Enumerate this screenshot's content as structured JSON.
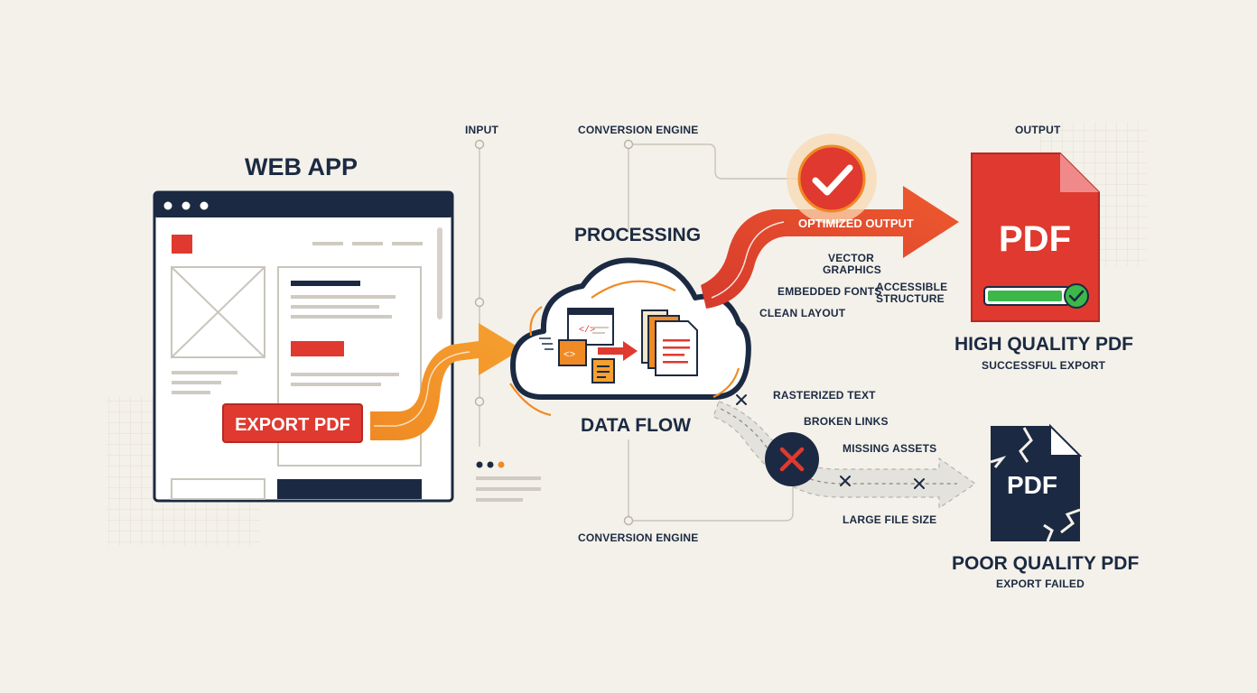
{
  "labels": {
    "input": "INPUT",
    "conversion_engine_top": "CONVERSION ENGINE",
    "output": "OUTPUT",
    "web_app": "WEB APP",
    "processing": "PROCESSING",
    "data_flow": "DATA FLOW",
    "conversion_engine_bottom": "CONVERSION ENGINE",
    "export_pdf": "EXPORT PDF",
    "optimized_output": "OPTIMIZED OUTPUT",
    "vector_graphics_1": "VECTOR",
    "vector_graphics_2": "GRAPHICS",
    "embedded_fonts": "EMBEDDED FONTS",
    "accessible_structure_1": "ACCESSIBLE",
    "accessible_structure_2": "STRUCTURE",
    "clean_layout": "CLEAN LAYOUT",
    "rasterized_text": "RASTERIZED TEXT",
    "broken_links": "BROKEN LINKS",
    "missing_assets": "MISSING ASSETS",
    "large_file_size": "LARGE FILE SIZE",
    "pdf_good": "PDF",
    "pdf_bad": "PDF",
    "high_quality_title": "HIGH QUALITY PDF",
    "high_quality_sub": "SUCCESSFUL EXPORT",
    "poor_quality_title": "POOR QUALITY PDF",
    "poor_quality_sub": "EXPORT FAILED"
  },
  "colors": {
    "navy": "#1b2a42",
    "red": "#e0392f",
    "orange": "#f08a24",
    "green": "#3cb84a",
    "background": "#f4f1ea"
  },
  "icons": [
    "check-icon",
    "cross-icon",
    "pdf-file-icon",
    "broken-pdf-icon",
    "cloud-icon",
    "code-icon",
    "document-icon"
  ]
}
